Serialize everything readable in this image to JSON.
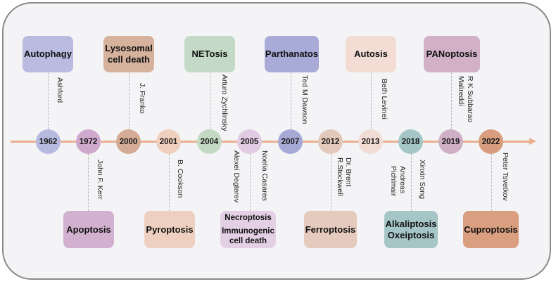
{
  "diagram": {
    "type": "timeline",
    "title": "",
    "axis_color": "#eab08f",
    "events": [
      {
        "year": "1962",
        "position": "top",
        "label_lines": [
          "Autophagy"
        ],
        "researcher_lines": [
          "Ashford"
        ],
        "color": "#b7badf",
        "box_color": "#b9bce0"
      },
      {
        "year": "1972",
        "position": "bottom",
        "label_lines": [
          "Apoptosis"
        ],
        "researcher_lines": [
          "John F. Kerr"
        ],
        "color": "#cfa9cc",
        "box_color": "#d2b0d0"
      },
      {
        "year": "2000",
        "position": "top",
        "label_lines": [
          "Lysosomal",
          "cell death"
        ],
        "researcher_lines": [
          "J. Franko"
        ],
        "color": "#d4ab94",
        "box_color": "#d6b29d"
      },
      {
        "year": "2001",
        "position": "bottom",
        "label_lines": [
          "Pyroptosis"
        ],
        "researcher_lines": [
          "B. Cookson"
        ],
        "color": "#efcfbd",
        "box_color": "#eed0c0"
      },
      {
        "year": "2004",
        "position": "top",
        "label_lines": [
          "NETosis"
        ],
        "researcher_lines": [
          "Arturo Zychlinsky"
        ],
        "color": "#c4d9c3",
        "box_color": "#c5dac6"
      },
      {
        "year": "2005",
        "position": "bottom",
        "label_lines": [
          "Necroptosis",
          "Immunogenic cell death"
        ],
        "researcher_lines": [
          "Alexei Degterev",
          "Noelia Casares"
        ],
        "color": "#e1cbe2",
        "box_color": "#e3d0e5"
      },
      {
        "year": "2007",
        "position": "top",
        "label_lines": [
          "Parthanatos"
        ],
        "researcher_lines": [
          "Ted M Dawson"
        ],
        "color": "#a6a8d6",
        "box_color": "#a8aad7"
      },
      {
        "year": "2012",
        "position": "bottom",
        "label_lines": [
          "Ferroptosis"
        ],
        "researcher_lines": [
          "Dr. Brent",
          "R.Stockwell"
        ],
        "color": "#e3c9bc",
        "box_color": "#e5cbbe"
      },
      {
        "year": "2013",
        "position": "top",
        "label_lines": [
          "Autosis"
        ],
        "researcher_lines": [
          "Beth Levinei"
        ],
        "color": "#f2ddd6",
        "box_color": "#f2dcd4"
      },
      {
        "year": "2018",
        "position": "bottom",
        "label_lines": [
          "Alkaliptosis",
          "Oxeiptosis"
        ],
        "researcher_lines": [
          "Andreas",
          "Pichlmair",
          "Xinxin Song"
        ],
        "color": "#a4c6c6",
        "box_color": "#a6c5c7"
      },
      {
        "year": "2019",
        "position": "top",
        "label_lines": [
          "PANoptosis"
        ],
        "researcher_lines": [
          "R K Subbarao",
          "Malireddi"
        ],
        "color": "#cfb0c6",
        "box_color": "#d2b1c8"
      },
      {
        "year": "2022",
        "position": "bottom",
        "label_lines": [
          "Cuproptosis"
        ],
        "researcher_lines": [
          "Peter Tsvetkov"
        ],
        "color": "#d79d7e",
        "box_color": "#d99f80"
      }
    ]
  },
  "labels": {
    "e1962": {
      "year": "1962",
      "box": "Autophagy",
      "name": "Ashford"
    },
    "e1972": {
      "year": "1972",
      "box": "Apoptosis",
      "name": "John F. Kerr"
    },
    "e2000": {
      "year": "2000",
      "box1": "Lysosomal",
      "box2": "cell death",
      "name": "J. Franko"
    },
    "e2001": {
      "year": "2001",
      "box": "Pyroptosis",
      "name": "B. Cookson"
    },
    "e2004": {
      "year": "2004",
      "box": "NETosis",
      "name": "Arturo Zychlinsky"
    },
    "e2005": {
      "year": "2005",
      "box1": "Necroptosis",
      "box2": "Immunogenic",
      "box3": "cell death",
      "name1": "Alexei Degterev",
      "name2": "Noelia Casares"
    },
    "e2007": {
      "year": "2007",
      "box": "Parthanatos",
      "name": "Ted M Dawson"
    },
    "e2012": {
      "year": "2012",
      "box": "Ferroptosis",
      "name1": "Dr. Brent",
      "name2": "R.Stockwell"
    },
    "e2013": {
      "year": "2013",
      "box": "Autosis",
      "name": "Beth Levinei"
    },
    "e2018": {
      "year": "2018",
      "box1": "Alkaliptosis",
      "box2": "Oxeiptosis",
      "name1": "Andreas",
      "name2": "Pichlmair",
      "name3": "Xinxin Song"
    },
    "e2019": {
      "year": "2019",
      "box": "PANoptosis",
      "name1": "R K Subbarao",
      "name2": "Malireddi"
    },
    "e2022": {
      "year": "2022",
      "box": "Cuproptosis",
      "name": "Peter Tsvetkov"
    }
  }
}
